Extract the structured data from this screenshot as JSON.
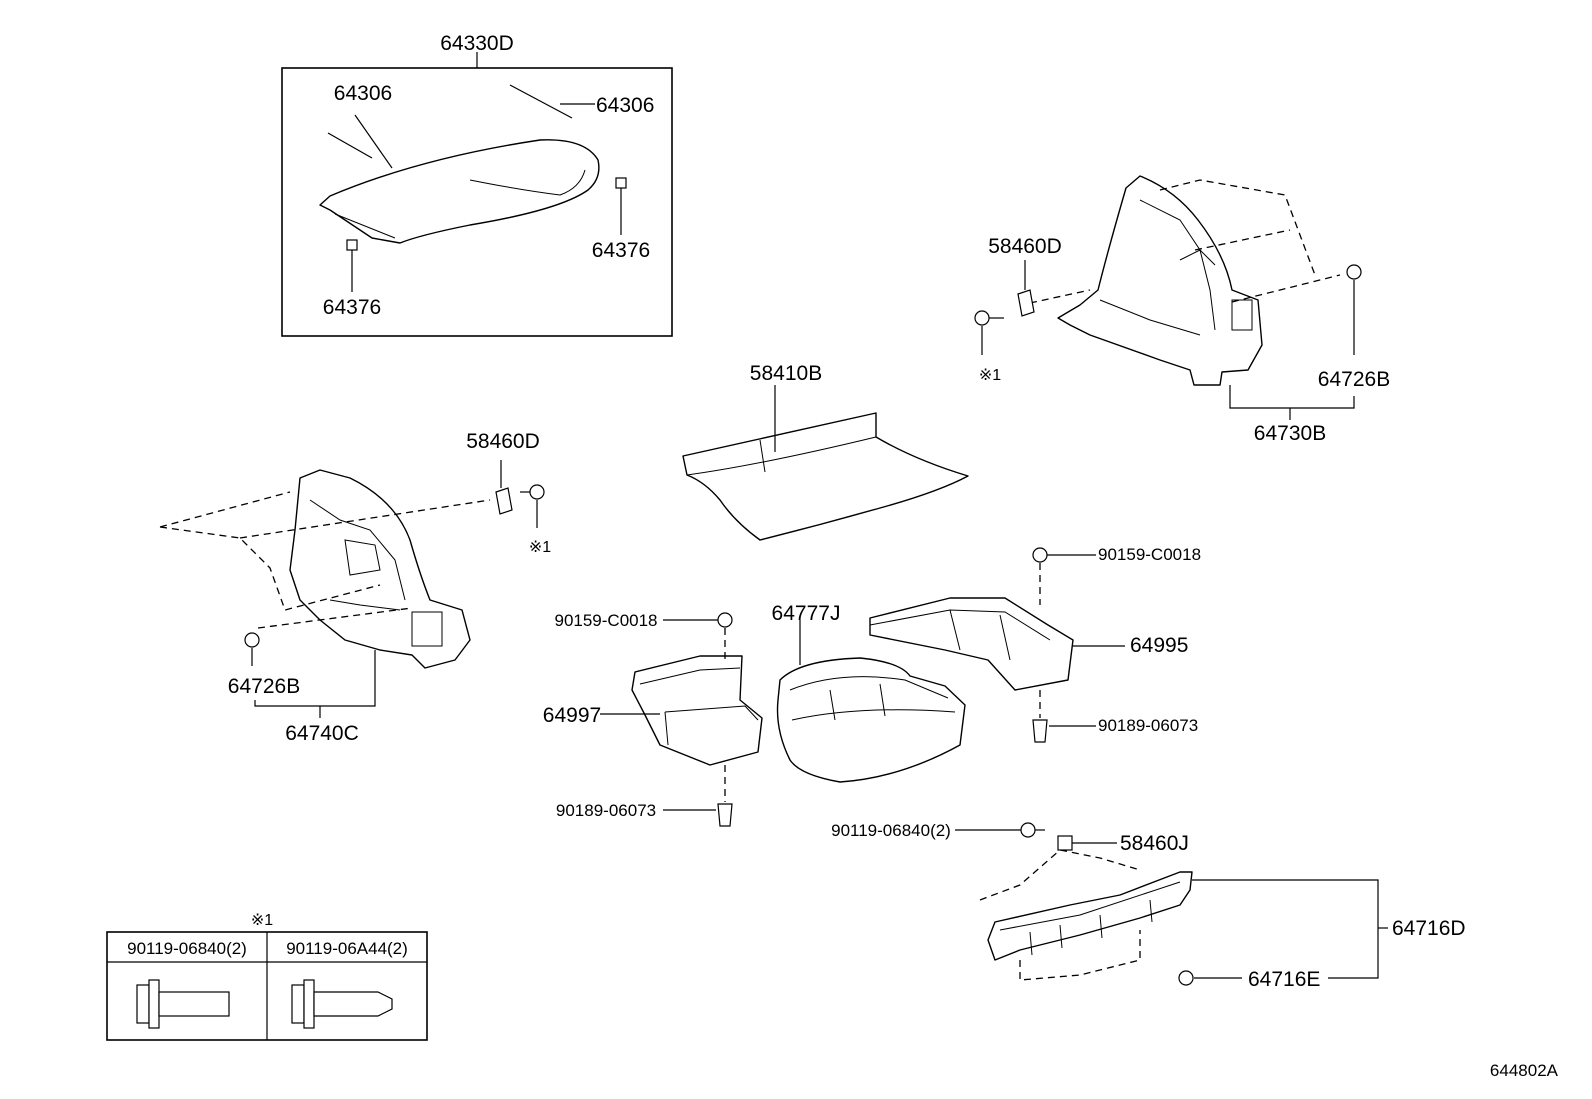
{
  "labels": {
    "p64330D": "64330D",
    "p64306_a": "64306",
    "p64306_b": "64306",
    "p64376_a": "64376",
    "p64376_b": "64376",
    "p58460D_a": "58460D",
    "p58460D_b": "58460D",
    "note1_a": "※1",
    "note1_b": "※1",
    "p64726B_a": "64726B",
    "p64726B_b": "64726B",
    "p64730B": "64730B",
    "p58410B": "58410B",
    "p64740C": "64740C",
    "p90159_a": "90159-C0018",
    "p90159_b": "90159-C0018",
    "p64777J": "64777J",
    "p64995": "64995",
    "p64997": "64997",
    "p90189_a": "90189-06073",
    "p90189_b": "90189-06073",
    "p90119": "90119-06840(2)",
    "p58460J": "58460J",
    "p64716D": "64716D",
    "p64716E": "64716E",
    "ref": "644802A"
  },
  "note_table": {
    "title": "※1",
    "col1": "90119-06840(2)",
    "col2": "90119-06A44(2)"
  }
}
